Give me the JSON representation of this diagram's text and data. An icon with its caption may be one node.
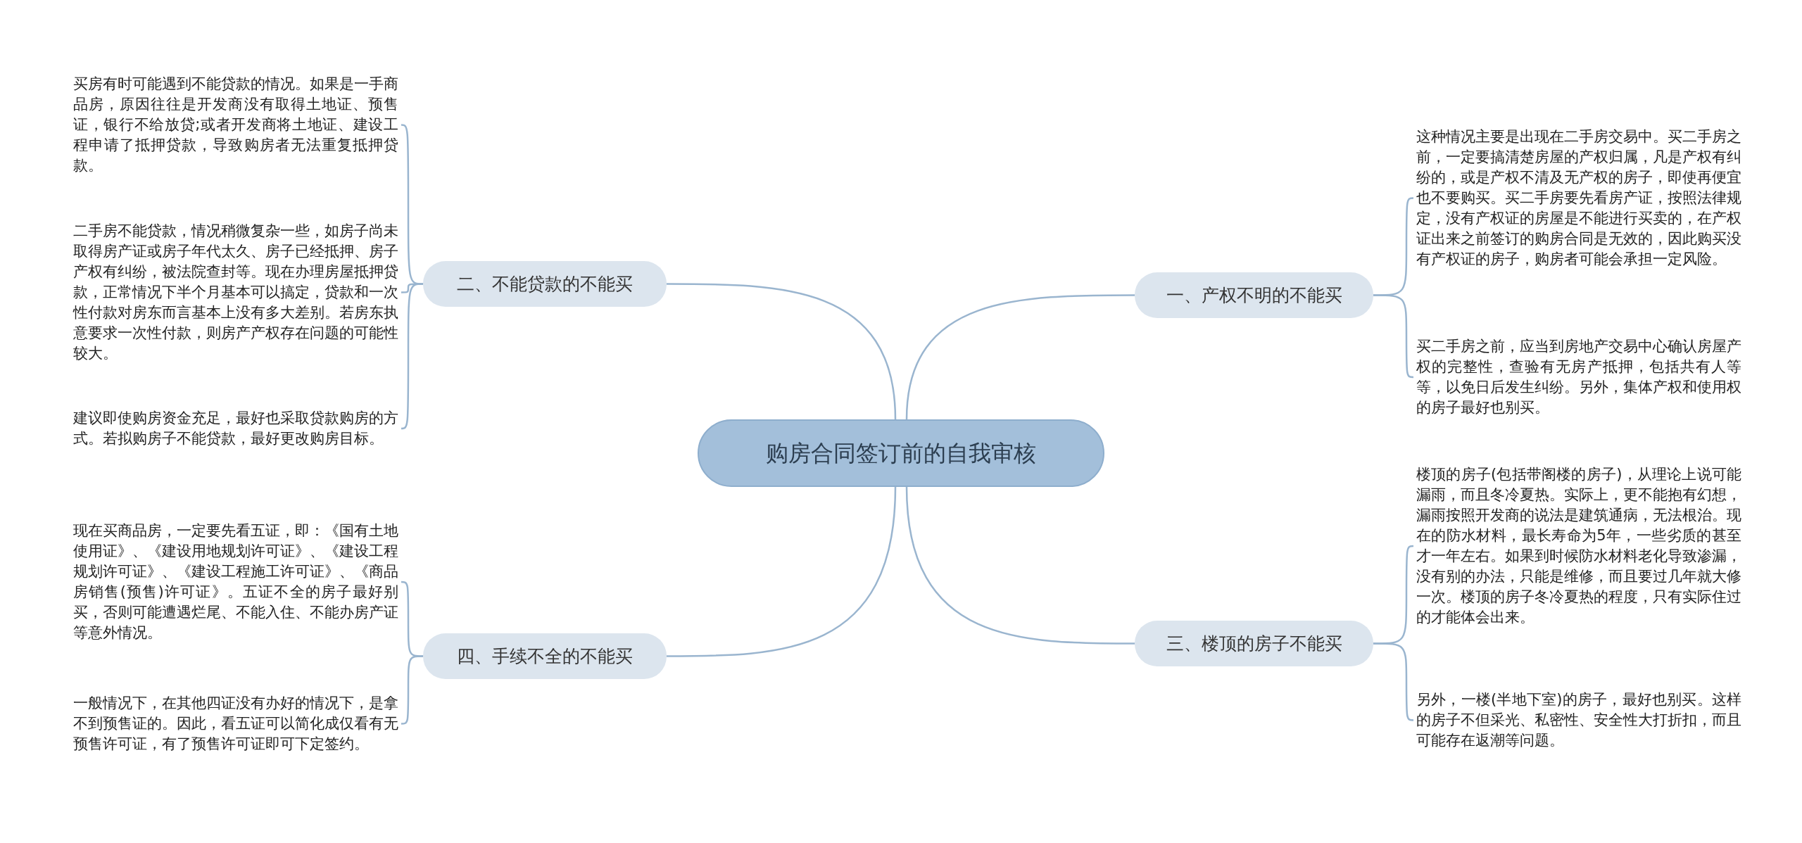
{
  "diagram": {
    "nodes": [
      {
        "text": [
          "购房合同签订前的自我审核"
        ]
      },
      {
        "text": [
          "一、产权不明的不能买"
        ]
      },
      {
        "text": [
          "这种情况主要是出现在二手房交易中。买二手房之前，一定要搞清楚房屋的产权归属，凡是产权有纠纷的，或是产权不清及无产权的房子，即使再便宜也不要购买。买二手房要先看房产证，按照法律规定，没有产权证的房屋是不能进行买卖的，在产权证出来之前签订的购房合同是无效的，因此购买没有产权证的房子，购房者可能会承担一定风险。"
        ]
      },
      {
        "text": [
          "买二手房之前，应当到房地产交易中心确认房屋产权的完整性，查验有无房产抵押，包括共有人等等，以免日后发生纠纷。另外，集体产权和使用权的房子最好也别买。"
        ]
      },
      {
        "text": [
          "二、不能贷款的不能买"
        ]
      },
      {
        "text": [
          "买房有时可能遇到不能贷款的情况。如果是一手商品房，原因往往是开发商没有取得土地证、预售证，银行不给放贷;或者开发商将土地证、建设工程申请了抵押贷款，导致购房者无法重复抵押贷款。"
        ]
      },
      {
        "text": [
          "二手房不能贷款，情况稍微复杂一些，如房子尚未取得房产证或房子年代太久、房子已经抵押、房子产权有纠纷，被法院查封等。现在办理房屋抵押贷款，正常情况下半个月基本可以搞定，贷款和一次性付款对房东而言基本上没有多大差别。若房东执意要求一次性付款，则房产产权存在问题的可能性较大。"
        ]
      },
      {
        "text": [
          "建议即使购房资金充足，最好也采取贷款购房的方式。若拟购房子不能贷款，最好更改购房目标。"
        ]
      },
      {
        "text": [
          "三、楼顶的房子不能买"
        ]
      },
      {
        "text": [
          "楼顶的房子(包括带阁楼的房子)，从理论上说可能漏雨，而且冬冷夏热。实际上，更不能抱有幻想，漏雨按照开发商的说法是建筑通病，无法根治。现在的防水材料，最长寿命为5年，一些劣质的甚至才一年左右。如果到时候防水材料老化导致渗漏，没有别的办法，只能是维修，而且要过几年就大修一次。楼顶的房子冬冷夏热的程度，只有实际住过的才能体会出来。"
        ]
      },
      {
        "text": [
          "另外，一楼(半地下室)的房子，最好也别买。这样的房子不但采光、私密性、安全性大打折扣，而且可能存在返潮等问题。"
        ]
      },
      {
        "text": [
          "四、手续不全的不能买"
        ]
      },
      {
        "text": [
          "现在买商品房，一定要先看五证，即：《国有土地使用证》、《建设用地规划许可证》、《建设工程规划许可证》、《建设工程施工许可证》、《商品房销售(预售)许可证》。五证不全的房子最好别买，否则可能遭遇烂尾、不能入住、不能办房产证等意外情况。"
        ]
      },
      {
        "text": [
          "一般情况下，在其他四证没有办好的情况下，是拿不到预售证的。因此，看五证可以简化成仅看有无预售许可证，有了预售许可证即可下定签约。"
        ]
      }
    ],
    "edges": [
      {
        "from": 0,
        "to": 1,
        "arrow": "none"
      },
      {
        "from": 1,
        "to": 2,
        "arrow": "none"
      },
      {
        "from": 1,
        "to": 3,
        "arrow": "none"
      },
      {
        "from": 0,
        "to": 4,
        "arrow": "none"
      },
      {
        "from": 4,
        "to": 5,
        "arrow": "none"
      },
      {
        "from": 4,
        "to": 6,
        "arrow": "none"
      },
      {
        "from": 4,
        "to": 7,
        "arrow": "none"
      },
      {
        "from": 0,
        "to": 8,
        "arrow": "none"
      },
      {
        "from": 8,
        "to": 9,
        "arrow": "none"
      },
      {
        "from": 8,
        "to": 10,
        "arrow": "none"
      },
      {
        "from": 0,
        "to": 11,
        "arrow": "none"
      },
      {
        "from": 11,
        "to": 12,
        "arrow": "none"
      },
      {
        "from": 11,
        "to": 13,
        "arrow": "none"
      }
    ]
  }
}
